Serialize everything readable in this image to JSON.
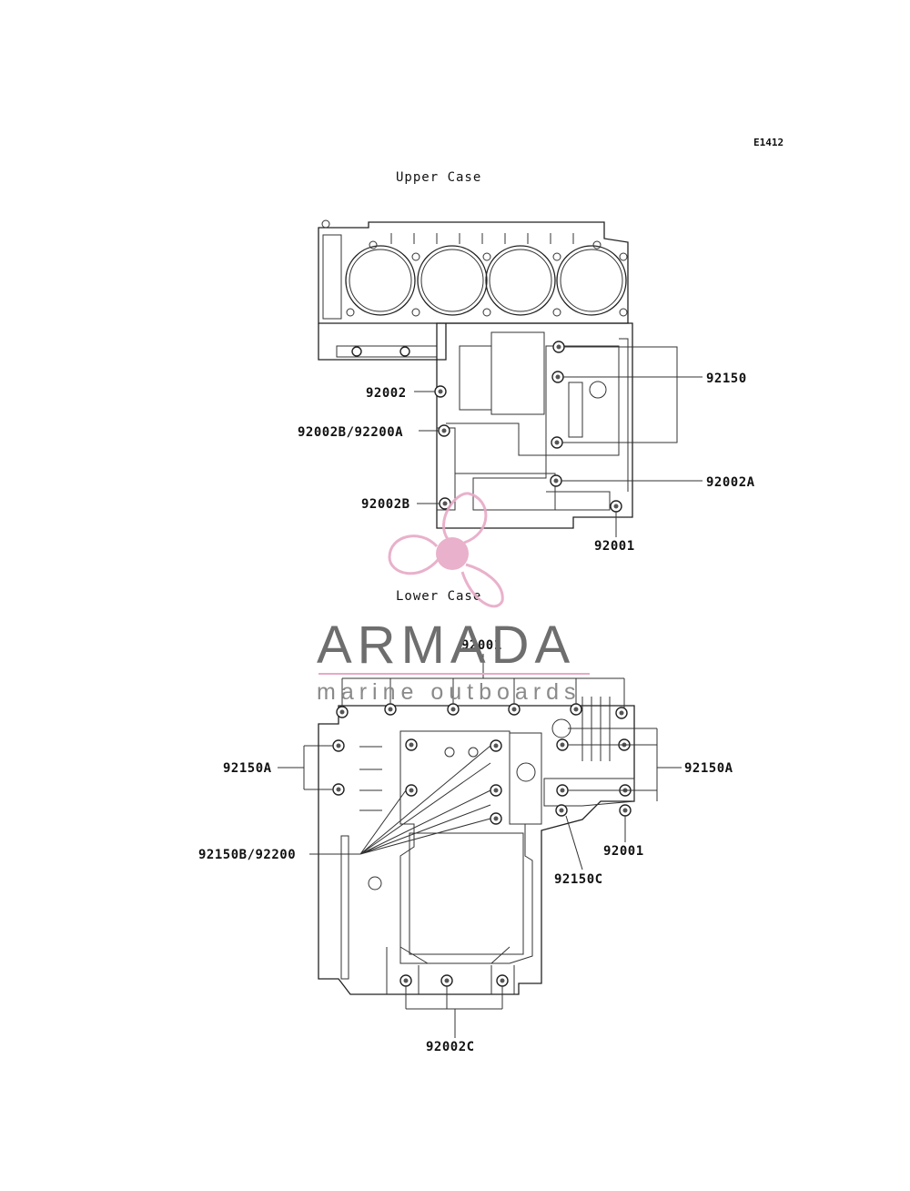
{
  "diagram_code": "E1412",
  "sections": {
    "upper": {
      "title": "Upper Case"
    },
    "lower": {
      "title": "Lower Case"
    }
  },
  "upper_labels": [
    {
      "id": "u1",
      "text": "92150"
    },
    {
      "id": "u2",
      "text": "92002"
    },
    {
      "id": "u3",
      "text": "92002B/92200A"
    },
    {
      "id": "u4",
      "text": "92002A"
    },
    {
      "id": "u5",
      "text": "92002B"
    },
    {
      "id": "u6",
      "text": "92001"
    }
  ],
  "lower_labels": [
    {
      "id": "l1",
      "text": "92001"
    },
    {
      "id": "l2",
      "text": "92150A"
    },
    {
      "id": "l3",
      "text": "92150A"
    },
    {
      "id": "l4",
      "text": "92150B/92200"
    },
    {
      "id": "l5",
      "text": "92001"
    },
    {
      "id": "l6",
      "text": "92150C"
    },
    {
      "id": "l7",
      "text": "92002C"
    }
  ],
  "watermark": {
    "brand": "ARMADA",
    "tagline": "marine outboards",
    "logo_color": "#e7a9c6",
    "text_color": "#6e6e6e",
    "icon": "propeller-logo-icon"
  }
}
